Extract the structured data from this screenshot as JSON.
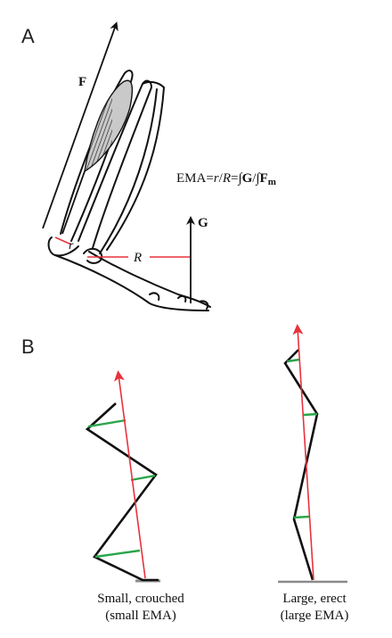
{
  "panel_a": {
    "label": "A",
    "force_label": "F",
    "ground_label": "G",
    "r_label": "r",
    "R_label": "R",
    "ema_prefix": "EMA=",
    "ema_r": "r",
    "ema_slash": "/",
    "ema_R": "R",
    "ema_eq": "=",
    "ema_int1": "∫",
    "ema_G": "G",
    "ema_slash2": "/",
    "ema_int2": "∫",
    "ema_F": "F",
    "ema_m": "m"
  },
  "panel_b": {
    "label": "B",
    "left_caption_line1": "Small, crouched",
    "left_caption_line2": "(small EMA)",
    "right_caption_line1": "Large, erect",
    "right_caption_line2": "(large EMA)"
  },
  "colors": {
    "force_vector": "#e8323c",
    "moment_arm": "#2aa54a",
    "limb": "#111111",
    "ground": "#8a8a8a",
    "muscle_fill": "#c9c9c9"
  }
}
